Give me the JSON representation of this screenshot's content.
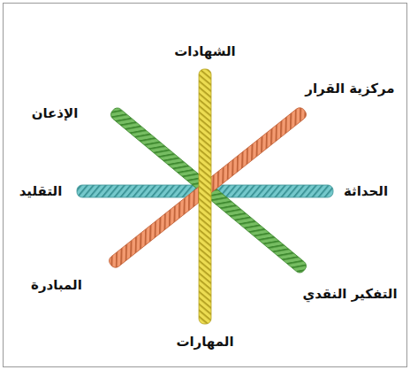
{
  "diagram": {
    "labels": [
      "الشهادات",
      "الإذعان",
      "مركزية القرار",
      "التقليد",
      "الحداثة",
      "المبادرة",
      "التفكير النقدي",
      "المهارات"
    ]
  }
}
